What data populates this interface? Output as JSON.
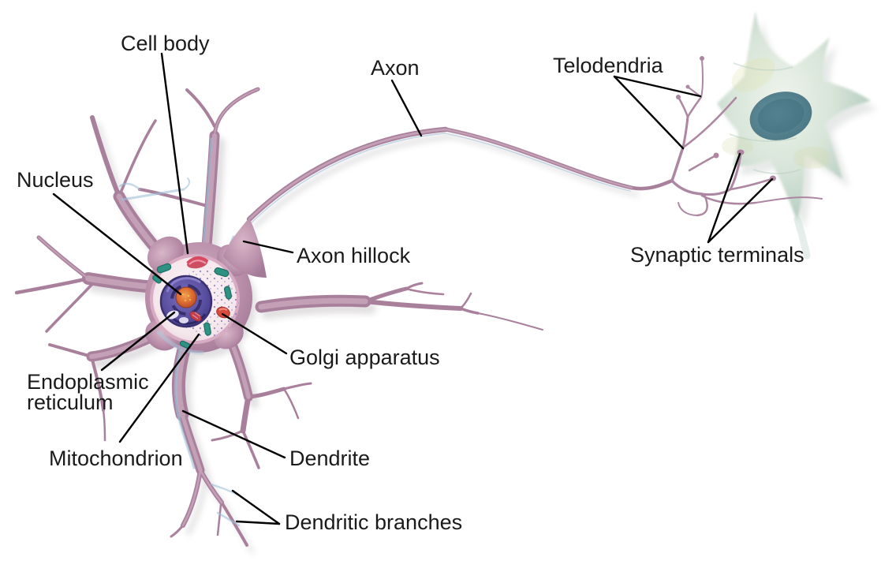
{
  "diagram": {
    "labels": {
      "cell_body": "Cell body",
      "axon": "Axon",
      "telodendria": "Telodendria",
      "nucleus": "Nucleus",
      "axon_hillock": "Axon hillock",
      "synaptic_terminals": "Synaptic terminals",
      "golgi_apparatus": "Golgi apparatus",
      "endoplasmic_reticulum": "Endoplasmic reticulum",
      "mitochondrion": "Mitochondrion",
      "dendrite": "Dendrite",
      "dendritic_branches": "Dendritic branches"
    },
    "colors": {
      "background": "#ffffff",
      "label_text": "#1a1a1a",
      "leader_line": "#000000",
      "neuron_body": "#a9809c",
      "neuron_highlight": "#c9a6bb",
      "blue_accent": "#9fc0d8",
      "soma_interior": "#f7edf0",
      "nucleus": "#5a4fa0",
      "nucleolus": "#d96a2e",
      "mitochondrion_organelle": "#2d9183",
      "golgi_organelle": "#d8405a",
      "target_cell_body": "#cdddd1",
      "target_cell_nucleus": "#4e8191"
    }
  }
}
